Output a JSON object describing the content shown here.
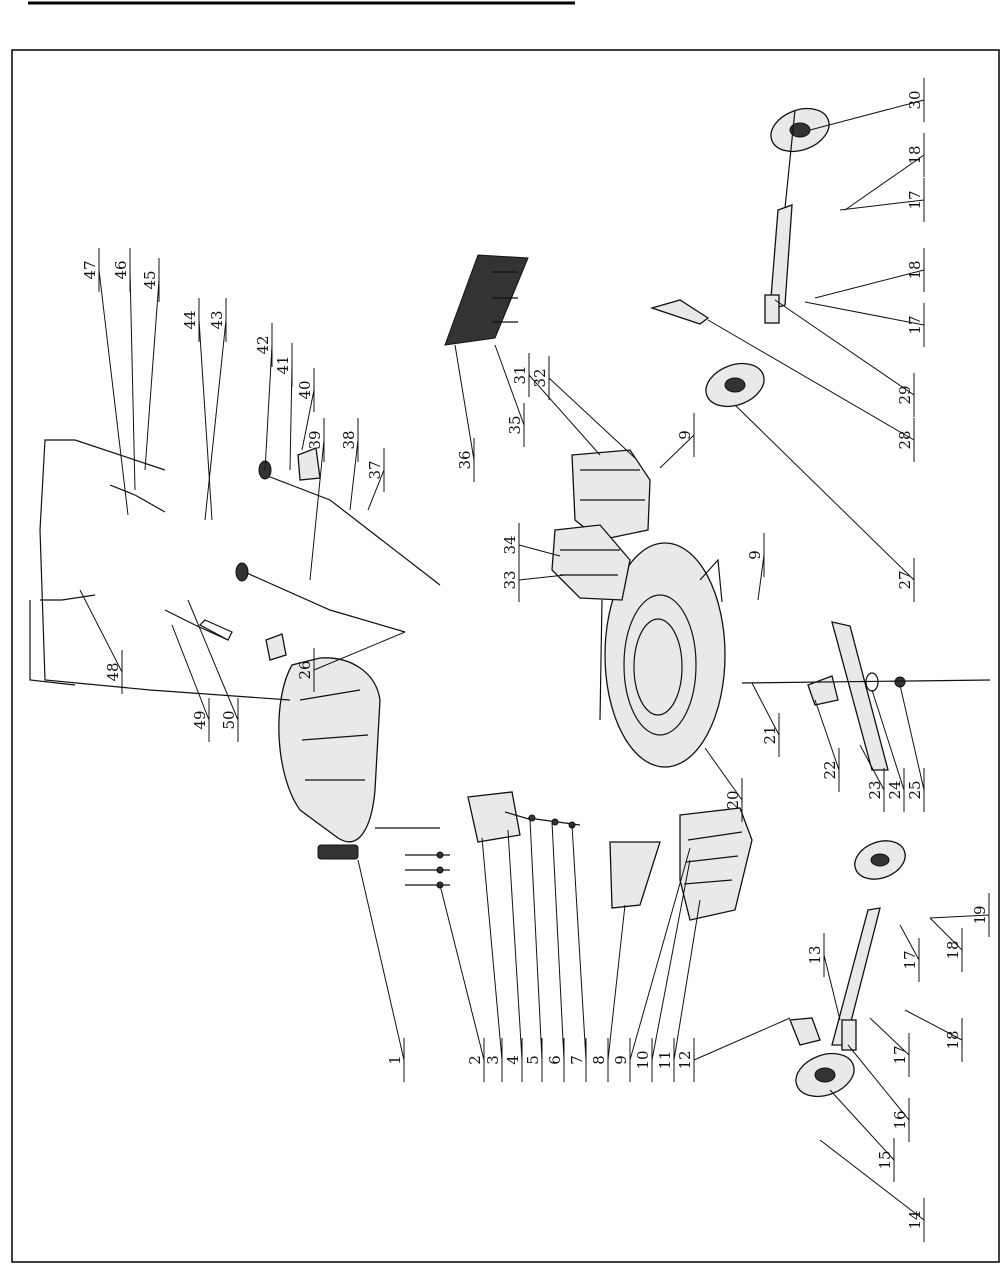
{
  "diagram": {
    "title": "",
    "callouts": [
      "1",
      "2",
      "3",
      "4",
      "5",
      "6",
      "7",
      "8",
      "9",
      "9",
      "9",
      "10",
      "11",
      "12",
      "13",
      "14",
      "15",
      "16",
      "17",
      "17",
      "17",
      "17",
      "18",
      "18",
      "18",
      "18",
      "19",
      "20",
      "21",
      "22",
      "23",
      "24",
      "25",
      "26",
      "27",
      "28",
      "29",
      "30",
      "31",
      "32",
      "33",
      "34",
      "35",
      "36",
      "37",
      "38",
      "39",
      "40",
      "41",
      "42",
      "43",
      "44",
      "45",
      "46",
      "47",
      "48",
      "49",
      "50"
    ]
  }
}
